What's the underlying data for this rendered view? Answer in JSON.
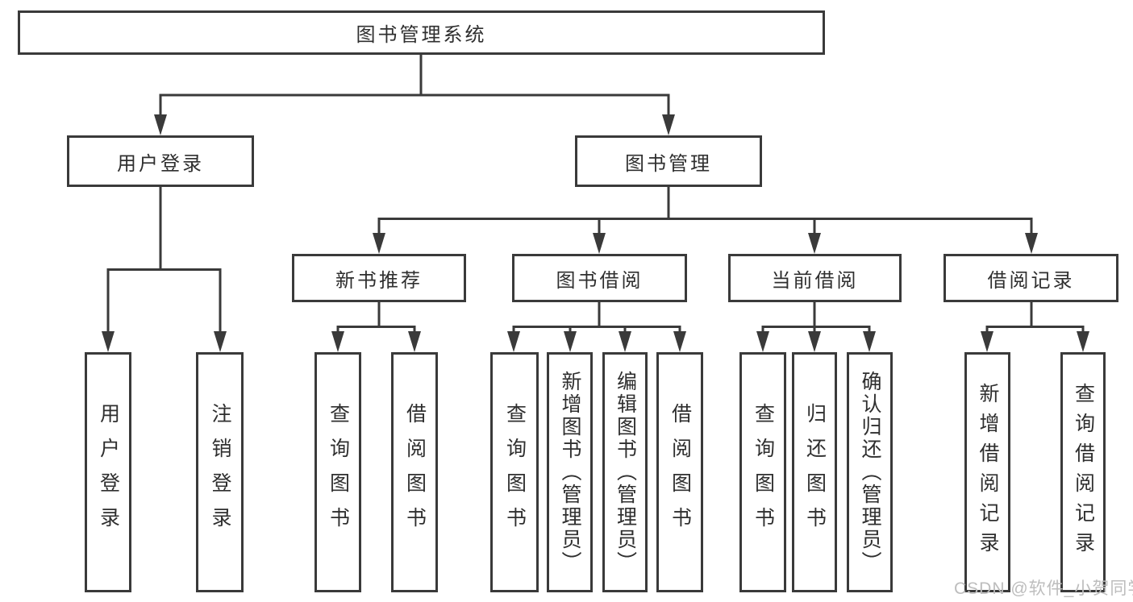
{
  "diagram": {
    "title": "图书管理系统",
    "level2": {
      "user_login": "用户登录",
      "book_mgmt": "图书管理"
    },
    "level3": {
      "new_book_rec": "新书推荐",
      "book_borrow": "图书借阅",
      "current_borrow": "当前借阅",
      "borrow_record": "借阅记录"
    },
    "leaves": {
      "user_login_1": "用户登录",
      "user_login_2": "注销登录",
      "new_book_1": "查询图书",
      "new_book_2": "借阅图书",
      "borrow_1": "查询图书",
      "borrow_2": "新增图书（管理员）",
      "borrow_3": "编辑图书（管理员）",
      "borrow_4": "借阅图书",
      "current_1": "查询图书",
      "current_2": "归还图书",
      "current_3": "确认归还（管理员）",
      "record_1": "新增借阅记录",
      "record_2": "查询借阅记录"
    }
  },
  "watermark": "CSDN @软件_小贺同学",
  "colors": {
    "line": "#3a3a3a",
    "text": "#2f2f2f",
    "watermark": "#bdbdbd",
    "background": "#ffffff"
  }
}
